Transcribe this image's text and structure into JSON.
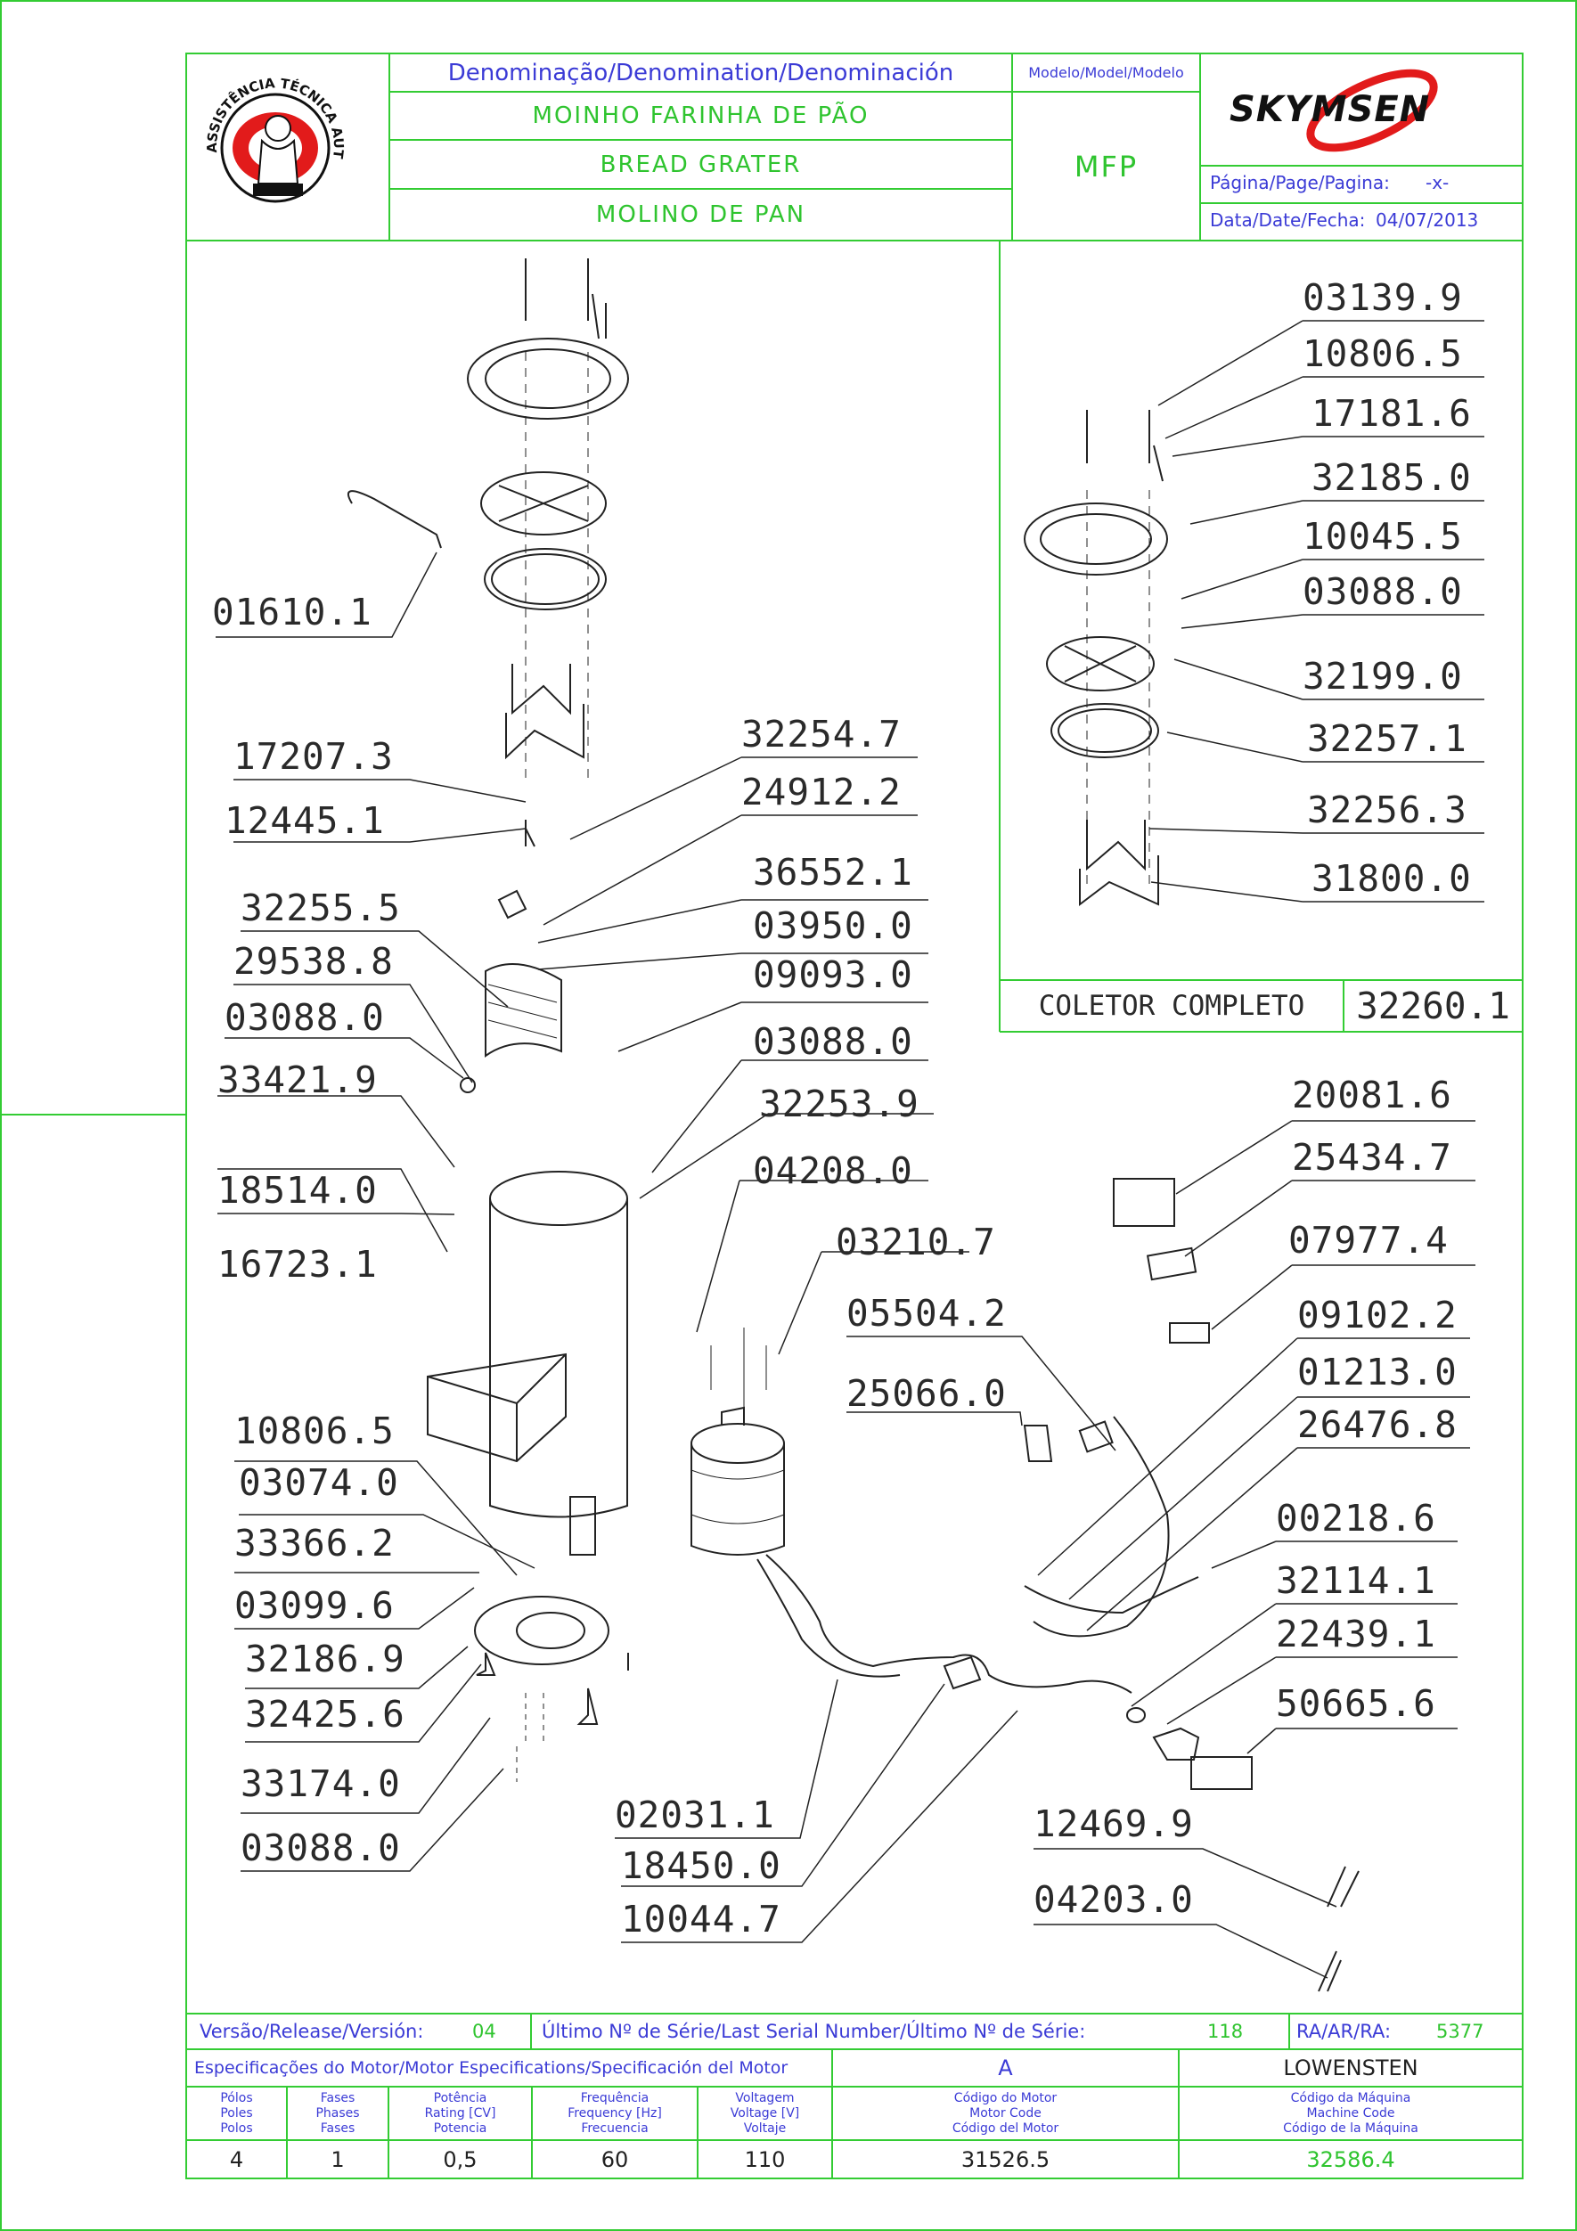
{
  "header": {
    "denomination_label": "Denominação/Denomination/Denominación",
    "model_label": "Modelo/Model/Modelo",
    "name_pt": "MOINHO FARINHA DE PÃO",
    "name_en": "BREAD GRATER",
    "name_es": "MOLINO DE PAN",
    "model": "MFP",
    "brand": "SKYMSEN",
    "page_label": "Página/Page/Pagina:",
    "page_value": "-x-",
    "date_label": "Data/Date/Fecha:",
    "date_value": "04/07/2013",
    "seal_text": "ASSISTÊNCIA TÉCNICA AUTORIZADA"
  },
  "collector": {
    "label": "COLETOR COMPLETO",
    "code": "32260.1",
    "parts": [
      "03139.9",
      "10806.5",
      "17181.6",
      "32185.0",
      "10045.5",
      "03088.0",
      "32199.0",
      "32257.1",
      "32256.3",
      "31800.0"
    ]
  },
  "parts_left": [
    "01610.1",
    "17207.3",
    "12445.1",
    "32255.5",
    "29538.8",
    "03088.0",
    "33421.9",
    "18514.0",
    "16723.1",
    "10806.5",
    "03074.0",
    "33366.2",
    "03099.6",
    "32186.9",
    "32425.6",
    "33174.0",
    "03088.0"
  ],
  "parts_center": [
    "32254.7",
    "24912.2",
    "36552.1",
    "03950.0",
    "09093.0",
    "03088.0",
    "32253.9",
    "04208.0",
    "03210.7",
    "05504.2",
    "25066.0",
    "02031.1",
    "18450.0",
    "10044.7"
  ],
  "parts_right": [
    "20081.6",
    "25434.7",
    "07977.4",
    "09102.2",
    "01213.0",
    "26476.8",
    "00218.6",
    "32114.1",
    "22439.1",
    "50665.6",
    "12469.9",
    "04203.0"
  ],
  "footer": {
    "version_label": "Versão/Release/Versión:",
    "version_value": "04",
    "serial_label": "Último Nº de Série/Last Serial Number/Último Nº de Série:",
    "serial_value": "118",
    "ra_label": "RA/AR/RA:",
    "ra_value": "5377",
    "motor_spec_label": "Especificações do Motor/Motor Especifications/Specificación del Motor",
    "motor_letter": "A",
    "manufacturer": "LOWENSTEN",
    "col_poles": [
      "Pólos",
      "Poles",
      "Polos"
    ],
    "col_phases": [
      "Fases",
      "Phases",
      "Fases"
    ],
    "col_power": [
      "Potência",
      "Rating [CV]",
      "Potencia"
    ],
    "col_freq": [
      "Frequência",
      "Frequency [Hz]",
      "Frecuencia"
    ],
    "col_voltage": [
      "Voltagem",
      "Voltage [V]",
      "Voltaje"
    ],
    "col_motor_code": [
      "Código do Motor",
      "Motor Code",
      "Código del Motor"
    ],
    "col_machine_code": [
      "Código da Máquina",
      "Machine Code",
      "Código de la Máquina"
    ],
    "poles": "4",
    "phases": "1",
    "power": "0,5",
    "frequency": "60",
    "voltage": "110",
    "motor_code": "31526.5",
    "machine_code": "32586.4"
  },
  "colors": {
    "frame": "#33cc33",
    "header_text": "#3b3bd6",
    "drawing": "#222222",
    "brand_red": "#e21b1b"
  }
}
